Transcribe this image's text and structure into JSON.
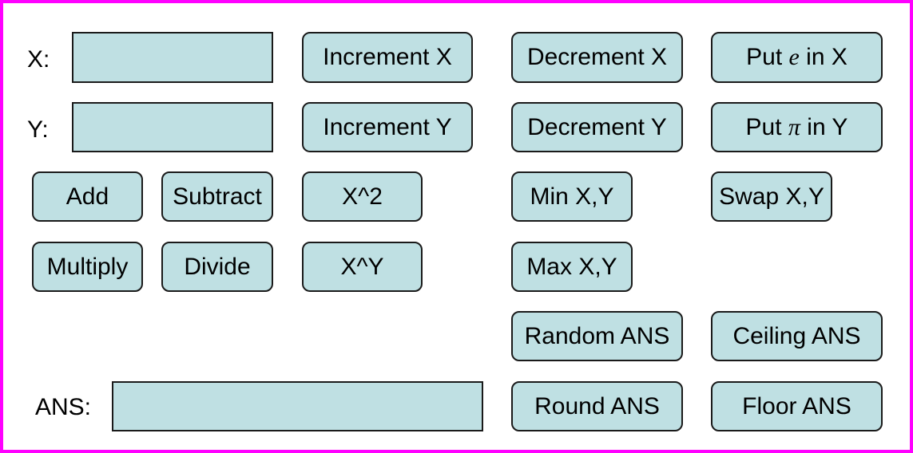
{
  "labels": {
    "x": "X:",
    "y": "Y:",
    "ans": "ANS:"
  },
  "fields": {
    "x_value": "",
    "y_value": "",
    "ans_value": ""
  },
  "buttons": {
    "increment_x": "Increment X",
    "decrement_x": "Decrement X",
    "put_e_prefix": "Put ",
    "put_e_symbol": "e",
    "put_e_suffix": " in X",
    "increment_y": "Increment Y",
    "decrement_y": "Decrement Y",
    "put_pi_prefix": "Put ",
    "put_pi_symbol": "π",
    "put_pi_suffix": " in Y",
    "add": "Add",
    "subtract": "Subtract",
    "x_squared": "X^2",
    "min_xy": "Min X,Y",
    "swap_xy": "Swap X,Y",
    "multiply": "Multiply",
    "divide": "Divide",
    "x_pow_y": "X^Y",
    "max_xy": "Max X,Y",
    "random_ans": "Random ANS",
    "ceiling_ans": "Ceiling ANS",
    "round_ans": "Round ANS",
    "floor_ans": "Floor ANS"
  },
  "colors": {
    "border": "#ff00ff",
    "control_fill": "#bfe0e3"
  }
}
